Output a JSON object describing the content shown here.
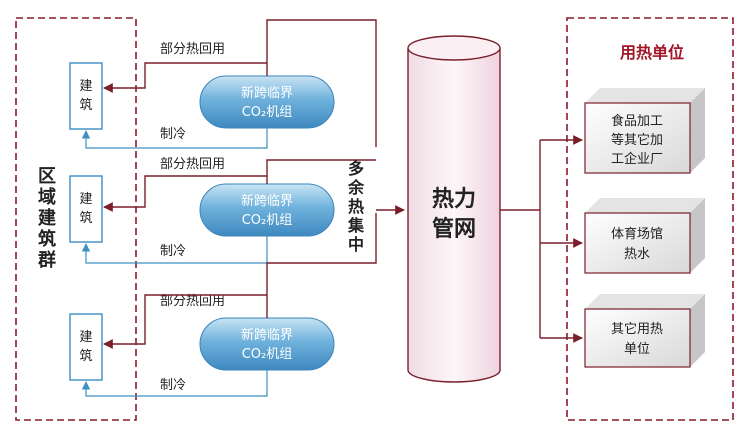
{
  "left_group": {
    "title": [
      "区",
      "域",
      "建",
      "筑",
      "群"
    ]
  },
  "rows": [
    {
      "building": [
        "建",
        "筑"
      ],
      "reactor": [
        "新跨临界",
        "CO₂机组"
      ],
      "heat_label": "部分热回用",
      "cool_label": "制冷"
    },
    {
      "building": [
        "建",
        "筑"
      ],
      "reactor": [
        "新跨临界",
        "CO₂机组"
      ],
      "heat_label": "部分热回用",
      "cool_label": "制冷"
    },
    {
      "building": [
        "建",
        "筑"
      ],
      "reactor": [
        "新跨临界",
        "CO₂机组"
      ],
      "heat_label": "部分热回用",
      "cool_label": "制冷"
    }
  ],
  "excess": [
    "多",
    "余",
    "热",
    "集",
    "中"
  ],
  "pipe": [
    "热力",
    "管网"
  ],
  "users": {
    "title": "用热单位",
    "items": [
      [
        "食品加工",
        "等其它加",
        "工企业厂"
      ],
      [
        "体育场馆",
        "热水"
      ],
      [
        "其它用热",
        "单位"
      ]
    ]
  },
  "colors": {
    "frame": "#8b1a2c",
    "title_red": "#a01828",
    "dark_line": "#7a1f2a",
    "blue_line": "#3d8fc4",
    "reactor_fill": "#5aa3d4",
    "pipe_fill": "#f8eaf0"
  }
}
